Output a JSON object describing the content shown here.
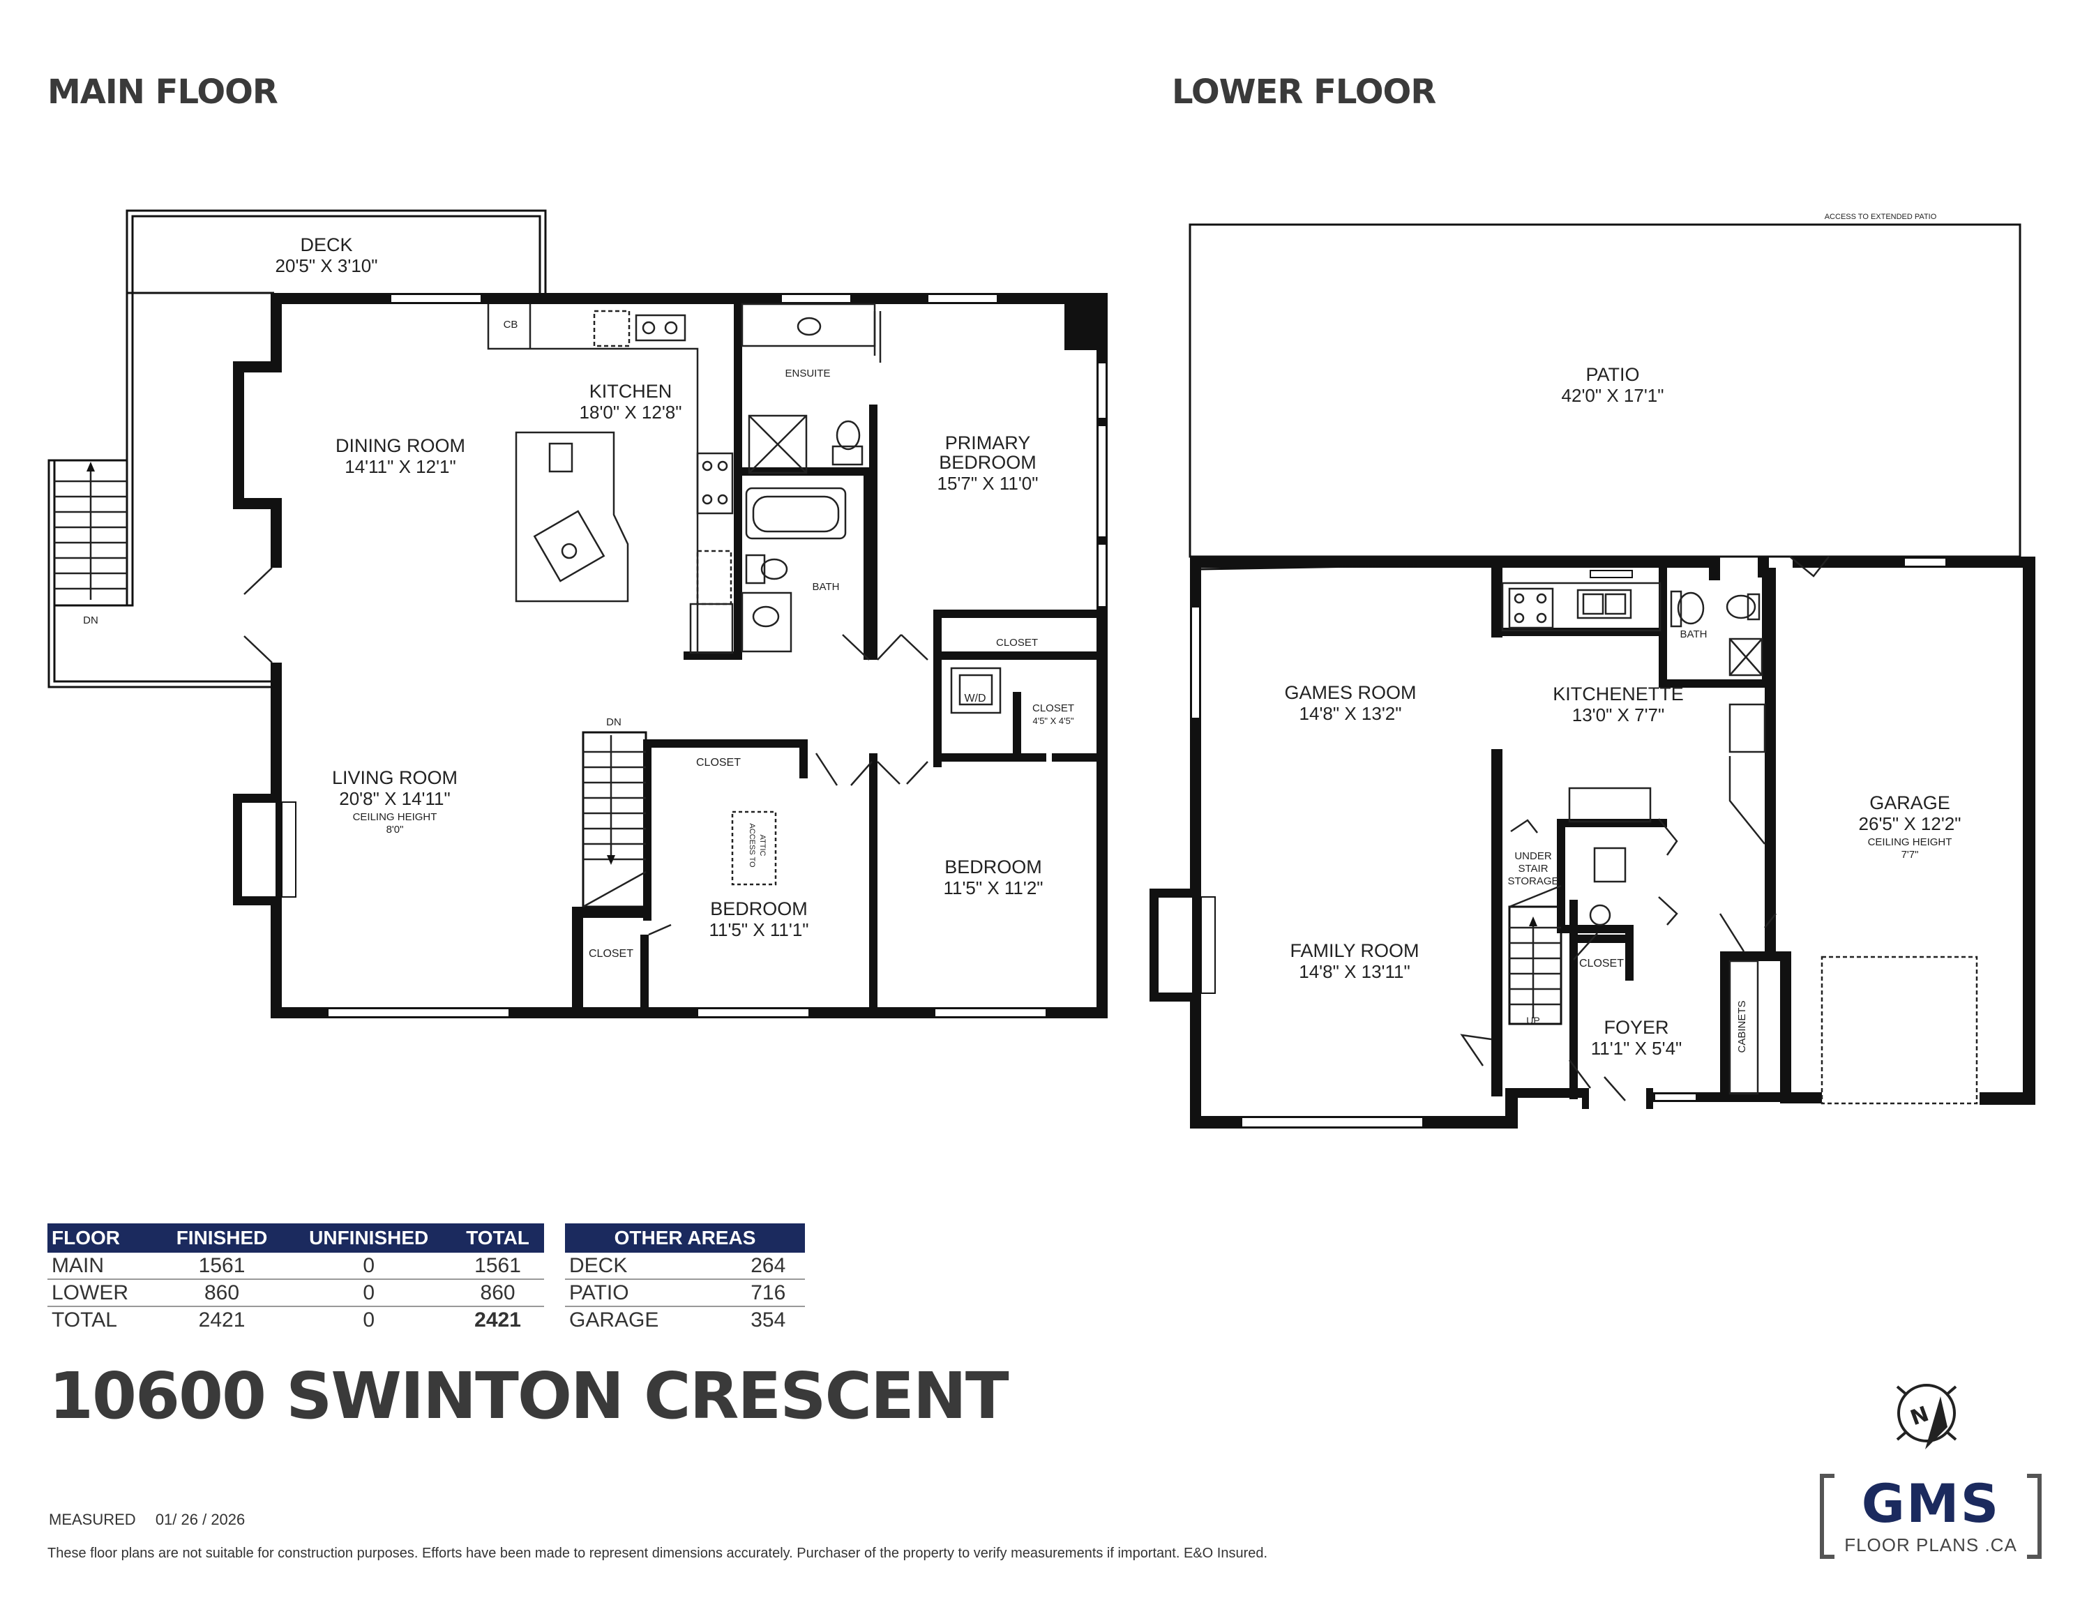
{
  "headings": {
    "main": "MAIN FLOOR",
    "lower": "LOWER FLOOR"
  },
  "main_floor": {
    "deck": {
      "name": "DECK",
      "dim": "20'5\" X 3'10\""
    },
    "kitchen": {
      "name": "KITCHEN",
      "dim": "18'0\" X 12'8\""
    },
    "dining": {
      "name": "DINING ROOM",
      "dim": "14'11\" X 12'1\""
    },
    "primary": {
      "name1": "PRIMARY",
      "name2": "BEDROOM",
      "dim": "15'7\" X 11'0\""
    },
    "living": {
      "name": "LIVING ROOM",
      "dim": "20'8\" X 14'11\"",
      "note1": "CEILING HEIGHT",
      "note2": "8'0\""
    },
    "bedroom1": {
      "name": "BEDROOM",
      "dim": "11'5\" X 11'1\""
    },
    "bedroom2": {
      "name": "BEDROOM",
      "dim": "11'5\" X 11'2\""
    },
    "labels": {
      "cb": "CB",
      "ensuite": "ENSUITE",
      "bath": "BATH",
      "closet": "CLOSET",
      "closet_dim": "4'5\" X 4'5\"",
      "wd": "W/D",
      "dn": "DN",
      "attic1": "ACCESS TO",
      "attic2": "ATTIC"
    }
  },
  "lower_floor": {
    "access": "ACCESS TO EXTENDED PATIO",
    "patio": {
      "name": "PATIO",
      "dim": "42'0\" X 17'1\""
    },
    "games": {
      "name": "GAMES ROOM",
      "dim": "14'8\" X 13'2\""
    },
    "kitchenette": {
      "name": "KITCHENETTE",
      "dim": "13'0\" X 7'7\""
    },
    "garage": {
      "name": "GARAGE",
      "dim": "26'5\" X 12'2\"",
      "note1": "CEILING HEIGHT",
      "note2": "7'7\""
    },
    "family": {
      "name": "FAMILY ROOM",
      "dim": "14'8\" X 13'11\""
    },
    "foyer": {
      "name": "FOYER",
      "dim": "11'1\" X 5'4\""
    },
    "labels": {
      "under1": "UNDER",
      "under2": "STAIR",
      "under3": "STORAGE",
      "closet": "CLOSET",
      "bath": "BATH",
      "up": "UP",
      "cabinets": "CABINETS"
    }
  },
  "floor_table": {
    "headers": [
      "FLOOR",
      "FINISHED",
      "UNFINISHED",
      "TOTAL"
    ],
    "rows": [
      [
        "MAIN",
        "1561",
        "0",
        "1561"
      ],
      [
        "LOWER",
        "860",
        "0",
        "860"
      ],
      [
        "TOTAL",
        "2421",
        "0",
        "2421"
      ]
    ]
  },
  "other_table": {
    "header": "OTHER AREAS",
    "rows": [
      [
        "DECK",
        "264"
      ],
      [
        "PATIO",
        "716"
      ],
      [
        "GARAGE",
        "354"
      ]
    ]
  },
  "address": "10600 SWINTON CRESCENT",
  "measured": {
    "label": "MEASURED",
    "date": "01/ 26 / 2026"
  },
  "disclaimer": "These floor plans are not suitable for construction purposes. Efforts have been made to represent dimensions accurately.  Purchaser of the property to verify measurements if important.  E&O Insured.",
  "brand": {
    "name": "GMS",
    "sub": "FLOOR PLANS .CA",
    "compass": "N"
  }
}
